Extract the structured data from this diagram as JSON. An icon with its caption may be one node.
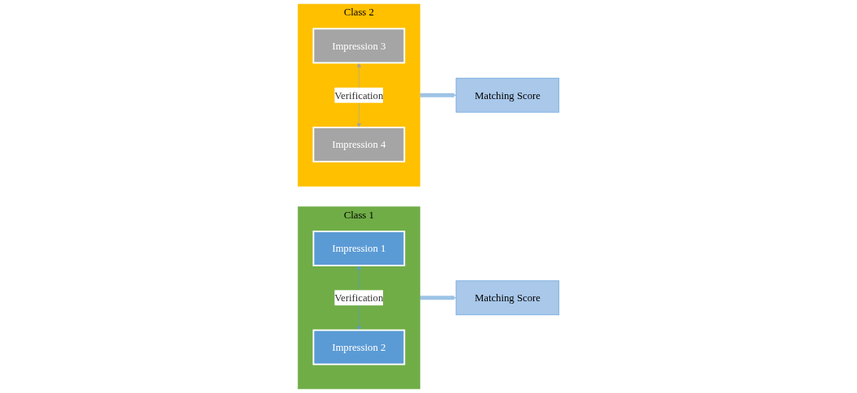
{
  "diagram": {
    "nodes": [
      {
        "text": [
          "Class 1"
        ]
      },
      {
        "text": [
          "Impression 1"
        ],
        "in": 0
      },
      {
        "text": [
          "Impression 2"
        ],
        "in": 0
      },
      {
        "text": [
          "Matching Score"
        ]
      },
      {
        "text": [
          "Matching Score"
        ]
      },
      {
        "text": [
          "Class 2"
        ]
      },
      {
        "text": [
          "Impression 3"
        ],
        "in": 5
      },
      {
        "text": [
          "Impression 4"
        ],
        "in": 5
      }
    ],
    "edges": [
      {
        "from": 1,
        "to": 2,
        "arrow": "both",
        "label": "Verification",
        "color": "#5b9bd5"
      },
      {
        "from": 6,
        "to": 7,
        "arrow": "both",
        "label": "Verification",
        "color": "#a5a5a5"
      },
      {
        "from": 0,
        "to": 3,
        "arrow": "to",
        "style": "thick",
        "color": "#9dc3e6"
      },
      {
        "from": 5,
        "to": 4,
        "arrow": "to",
        "style": "thick",
        "color": "#9dc3e6"
      }
    ]
  }
}
